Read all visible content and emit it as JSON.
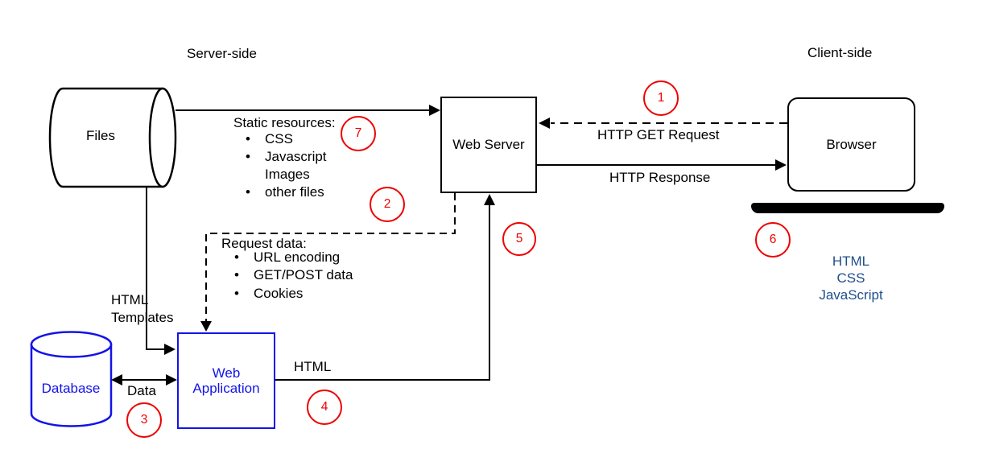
{
  "regions": {
    "server_side": "Server-side",
    "client_side": "Client-side"
  },
  "nodes": {
    "files": {
      "label": "Files"
    },
    "web_server": {
      "label": "Web Server"
    },
    "browser": {
      "label": "Browser"
    },
    "database": {
      "label": "Database"
    },
    "web_application": {
      "line1": "Web",
      "line2": "Application"
    }
  },
  "edges": {
    "http_get_request": "HTTP GET Request",
    "http_response": "HTTP Response",
    "html_templates_line1": "HTML",
    "html_templates_line2": "Templates",
    "html": "HTML",
    "data": "Data"
  },
  "static_resources": {
    "title": "Static resources:",
    "items": [
      {
        "bullet": "•",
        "label": "CSS"
      },
      {
        "bullet": "•",
        "label": "Javascript"
      },
      {
        "bullet": "",
        "label": "Images"
      },
      {
        "bullet": "•",
        "label": "other files"
      }
    ]
  },
  "request_data": {
    "title": "Request data:",
    "items": [
      {
        "bullet": "•",
        "label": "URL encoding"
      },
      {
        "bullet": "•",
        "label": "GET/POST data"
      },
      {
        "bullet": "•",
        "label": "Cookies"
      }
    ]
  },
  "client_tech": {
    "lines": [
      "HTML",
      "CSS",
      "JavaScript"
    ]
  },
  "callouts": [
    {
      "n": "1"
    },
    {
      "n": "2"
    },
    {
      "n": "3"
    },
    {
      "n": "4"
    },
    {
      "n": "5"
    },
    {
      "n": "6"
    },
    {
      "n": "7"
    }
  ],
  "colors": {
    "shape_blue": "#1313e8",
    "callout_red": "#ee0000",
    "client_tech_blue": "#1f4e8c",
    "line_black": "#000000"
  }
}
